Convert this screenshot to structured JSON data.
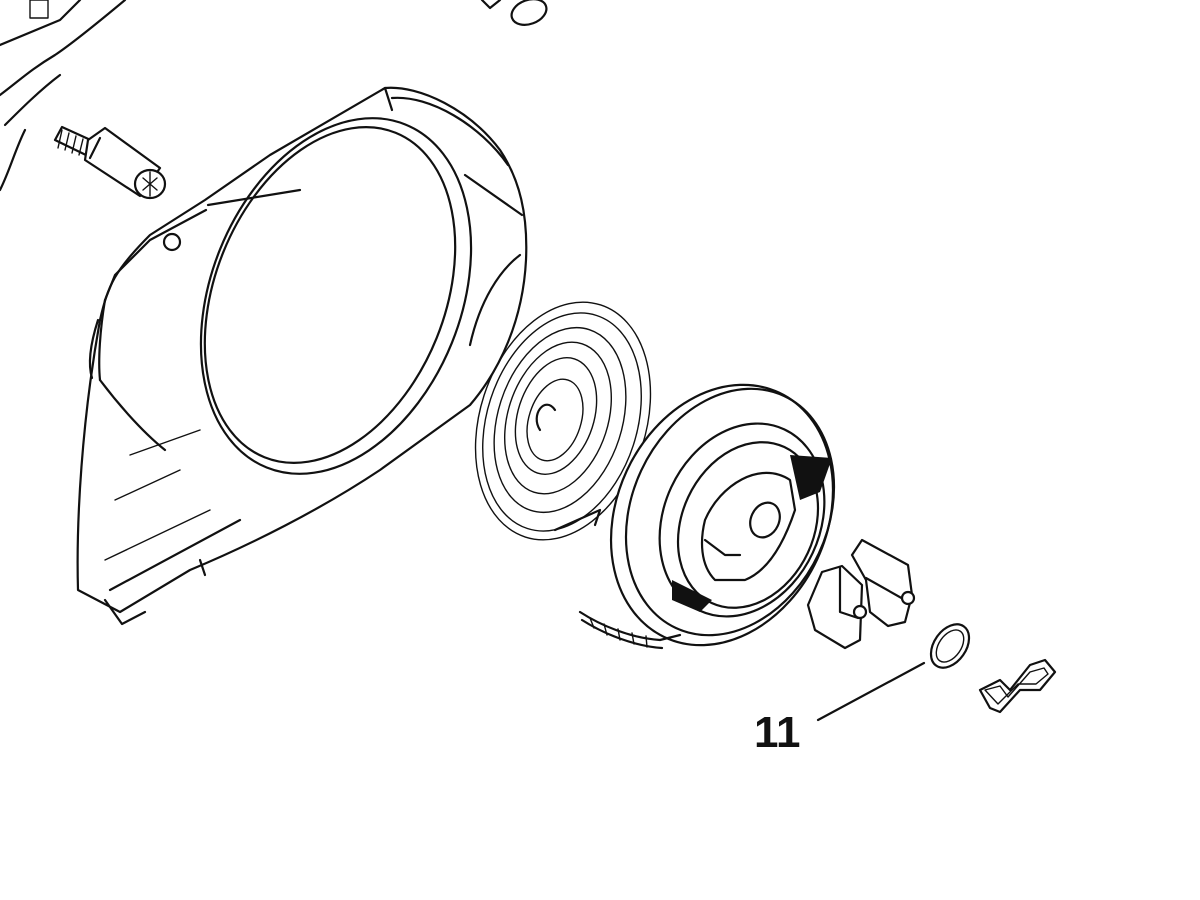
{
  "callouts": [
    {
      "id": "11",
      "label": "11",
      "part": "o-ring"
    }
  ],
  "colors": {
    "line": "#111111",
    "background": "#ffffff"
  }
}
